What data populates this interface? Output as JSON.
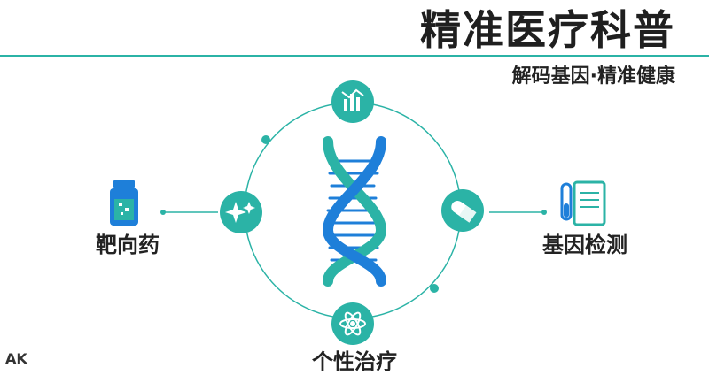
{
  "slide": {
    "title": "精准医疗科普",
    "subtitle": "解码基因·精准健康",
    "labels": {
      "targeted_drug": "靶向药",
      "gene_test": "基因检测",
      "bottom": "个性治疗"
    },
    "corner_text": "AK"
  },
  "colors": {
    "accent_teal": "#2bb3a6",
    "accent_blue": "#1e7fd9",
    "text_dark": "#1f1f1f"
  },
  "icons": [
    "chart-icon",
    "sparkle-icon",
    "pill-icon",
    "atom-icon",
    "medicine-bottle-icon",
    "clipboard-testtube-icon",
    "dna-icon"
  ]
}
